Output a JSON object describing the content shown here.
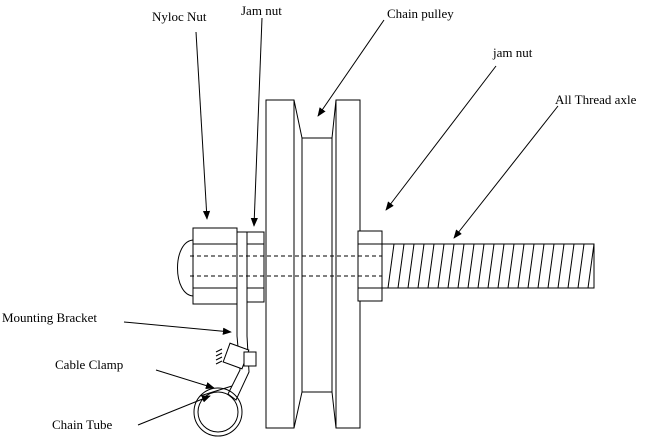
{
  "labels": {
    "nyloc_nut": "Nyloc Nut",
    "jam_nut_left": "Jam nut",
    "chain_pulley": "Chain  pulley",
    "jam_nut_right": "jam nut",
    "all_thread_axle": "All Thread axle",
    "mounting_bracket": "Mounting Bracket",
    "cable_clamp": "Cable Clamp",
    "chain_tube": "Chain Tube"
  }
}
